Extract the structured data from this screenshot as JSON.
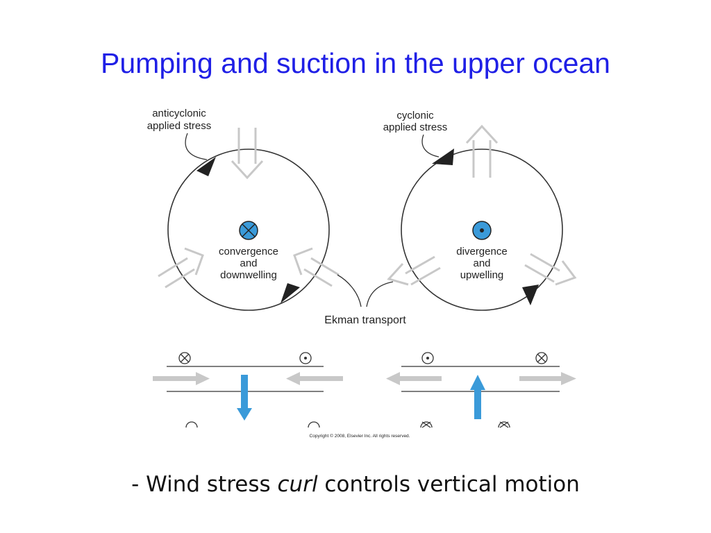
{
  "slide": {
    "title": "Pumping and suction in the upper ocean"
  },
  "diagram": {
    "left_panel": {
      "stress_label_line1": "anticyclonic",
      "stress_label_line2": "applied stress",
      "center_label_line1": "convergence",
      "center_label_line2": "and",
      "center_label_line3": "downwelling",
      "center_symbol": "into-page-cross-icon"
    },
    "right_panel": {
      "stress_label_line1": "cyclonic",
      "stress_label_line2": "applied stress",
      "center_label_line1": "divergence",
      "center_label_line2": "and",
      "center_label_line3": "upwelling",
      "center_symbol": "out-of-page-dot-icon"
    },
    "shared_label": "Ekman transport",
    "copyright": "Copyright © 2008, Elsevier Inc. All rights reserved.",
    "colors": {
      "accent_blue": "#3a9ad9",
      "arrow_gray": "#c8c8c8",
      "line_dark": "#333333",
      "title_blue": "#1f1fe6"
    }
  },
  "caption": {
    "prefix": "- Wind stress ",
    "emphasis": "curl",
    "suffix": " controls vertical motion"
  }
}
